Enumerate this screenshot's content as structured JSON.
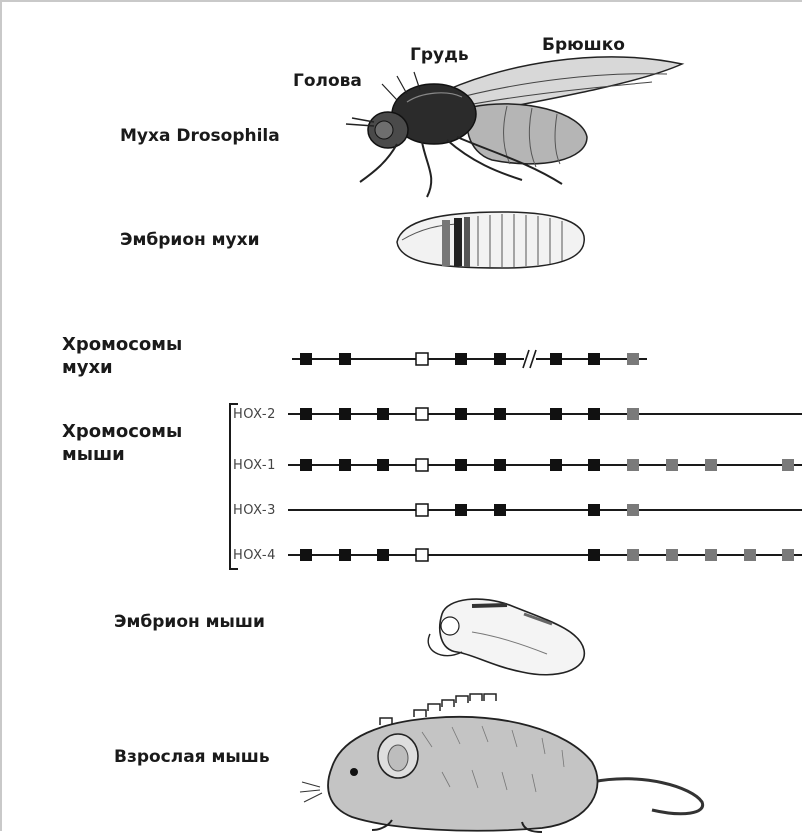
{
  "labels": {
    "head": "Голова",
    "thorax": "Грудь",
    "abdomen": "Брюшко",
    "fly": "Муха Drosophila",
    "fly_embryo": "Эмбрион мухи",
    "fly_chromosomes": "Хромосомы мухи",
    "mouse_chromosomes": "Хромосомы мыши",
    "mouse_embryo": "Эмбрион мыши",
    "adult_mouse": "Взрослая мышь"
  },
  "hox_clusters": [
    {
      "name": "HOX-2"
    },
    {
      "name": "HOX-1"
    },
    {
      "name": "HOX-3"
    },
    {
      "name": "HOX-4"
    }
  ],
  "colors": {
    "anterior_gene": "#111111",
    "posterior_gene": "#7a7a7a",
    "open_gene": "#ffffff",
    "line": "#1a1a1a"
  }
}
